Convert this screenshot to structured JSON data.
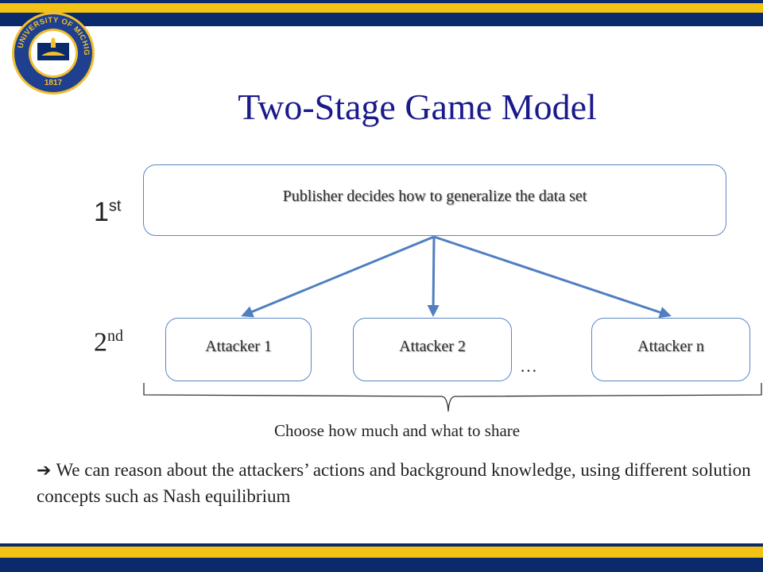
{
  "slide": {
    "title": "Two-Stage Game Model",
    "seal": {
      "icon": "university-seal-icon",
      "text_top": "THE UNIVERSITY OF MICHIGAN",
      "year": "1817",
      "colors": {
        "ring": "#1f3f8f",
        "gold": "#f0c030",
        "navy": "#0b2a6b"
      }
    },
    "stages": [
      {
        "num": "1",
        "suffix": "st"
      },
      {
        "num": "2",
        "suffix": "nd"
      }
    ],
    "publisher_label": "Publisher decides how to generalize the data set",
    "attackers": [
      "Attacker 1",
      "Attacker 2",
      "Attacker n"
    ],
    "ellipsis": "…",
    "brace_caption": "Choose how much and what to share",
    "conclusion": {
      "arrow_icon": "right-arrow-icon",
      "arrow_glyph": "➔",
      "text": "We can reason about the attackers’ actions and background knowledge, using different solution concepts such as Nash equilibrium"
    },
    "colors": {
      "navy": "#0b2a6b",
      "gold": "#f2c315",
      "title": "#1a1a8c",
      "box_border": "#5b86c5",
      "arrow": "#4f7fc0"
    }
  }
}
